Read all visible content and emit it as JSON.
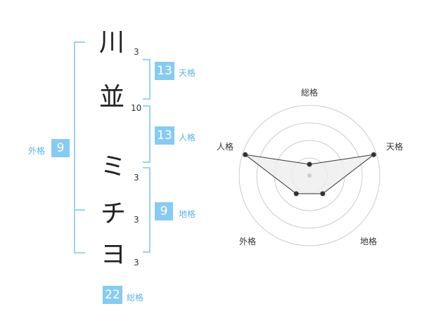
{
  "name_chars": [
    {
      "char": "川",
      "strokes": "3"
    },
    {
      "char": "並",
      "strokes": "10"
    },
    {
      "char": "ミ",
      "strokes": "3"
    },
    {
      "char": "チ",
      "strokes": "3"
    },
    {
      "char": "ヨ",
      "strokes": "3"
    }
  ],
  "kakusu": {
    "tenkaku": {
      "value": "13",
      "label": "天格"
    },
    "jinkaku": {
      "value": "13",
      "label": "人格"
    },
    "chikaku": {
      "value": "9",
      "label": "地格"
    },
    "gaikaku": {
      "value": "9",
      "label": "外格"
    },
    "soukaku": {
      "value": "22",
      "label": "総格"
    }
  },
  "radar": {
    "labels": {
      "top": "総格",
      "right": "天格",
      "bottom_right": "地格",
      "bottom_left": "外格",
      "left": "人格"
    },
    "rings": 4,
    "values": {
      "soukaku": 0.16,
      "tenkaku": 0.96,
      "chikaku": 0.32,
      "gaikaku": 0.32,
      "jinkaku": 0.96
    },
    "colors": {
      "ring": "#cccccc",
      "fill": "#eeeeee",
      "line": "#333333",
      "point": "#333333",
      "center": "#cccccc"
    }
  },
  "colors": {
    "accent": "#87cbf2",
    "bracket": "#9ad3f3",
    "label": "#5ab4e8"
  }
}
